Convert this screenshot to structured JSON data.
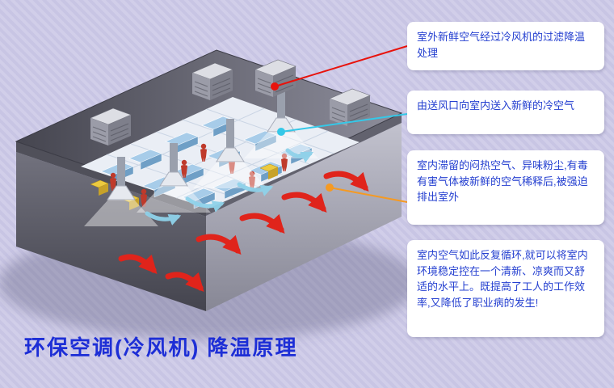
{
  "title": {
    "text": "环保空调(冷风机) 降温原理",
    "color": "#1d2ed6"
  },
  "callouts": [
    {
      "name": "outdoor-air-filtering",
      "text": "室外新鲜空气经过冷风机的过滤降温处理",
      "anchor_color": "#e8130c"
    },
    {
      "name": "fresh-air-supply",
      "text": "由送风口向室内送入新鲜的冷空气",
      "anchor_color": "#35c8e8"
    },
    {
      "name": "exhaust-stale-air",
      "text": "室内滞留的闷热空气、异味粉尘,有毒有害气体被新鲜的空气稀释后,被强迫排出室外",
      "anchor_color": "#f59a23"
    },
    {
      "name": "circulation-summary",
      "text": "室内空气如此反复循环,就可以将室内环境稳定控在一个清新、凉爽而又舒适的水平上。既提高了工人的工作效率,又降低了职业病的发生!",
      "anchor_color": ""
    }
  ],
  "illustration": {
    "name": "factory-evaporative-cooling-cutaway",
    "colors": {
      "roof": "#55555f",
      "left_wall": "#50505a",
      "right_wall": "#a6a6b3",
      "floor": "#eaeef5",
      "exhaust_arrow": "#e0241b",
      "supply_arrow": "#8fd2ea",
      "worker": "#bf3a2b",
      "workbench": "#a7cce9",
      "machine": "#ecca3f",
      "cooler_unit": "#dddee4"
    }
  },
  "background": {
    "base": "#c8c5e4",
    "stripe": "#d1cee9"
  }
}
